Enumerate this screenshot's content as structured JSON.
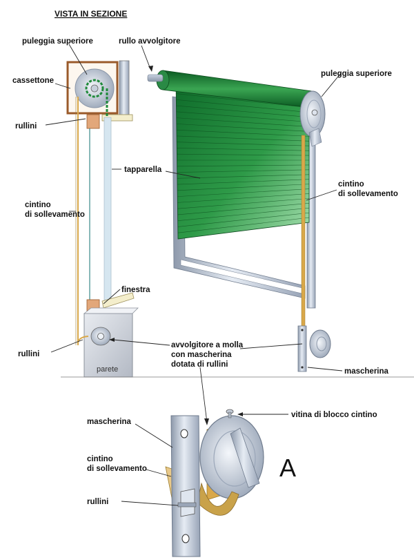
{
  "title": "VISTA IN SEZIONE",
  "labels": {
    "puleggia_superiore_left": "puleggia superiore",
    "rullo_avvolgitore": "rullo avvolgitore",
    "cassettone": "cassettone",
    "rullini_top": "rullini",
    "tapparella": "tapparella",
    "cintino_left_1": "cintino",
    "cintino_left_2": "di sollevamento",
    "finestra": "finestra",
    "rullini_bottom": "rullini",
    "parete": "parete",
    "puleggia_superiore_right": "puleggia superiore",
    "cintino_right_1": "cintino",
    "cintino_right_2": "di sollevamento",
    "avvolgitore_1": "avvolgitore a molla",
    "avvolgitore_2": "con mascherina",
    "avvolgitore_3": "dotata di rullini",
    "mascherina_right": "mascherina",
    "vitina": "vitina di blocco cintino",
    "mascherina_detail": "mascherina",
    "cintino_detail_1": "cintino",
    "cintino_detail_2": "di sollevamento",
    "rullini_detail": "rullini",
    "detail_letter": "A"
  },
  "colors": {
    "shutter_green": "#1f8a3a",
    "shutter_light": "#8fd39a",
    "strap": "#d9a84a",
    "metal": "#b9c6d8",
    "box_brown": "#9a5a2a"
  }
}
